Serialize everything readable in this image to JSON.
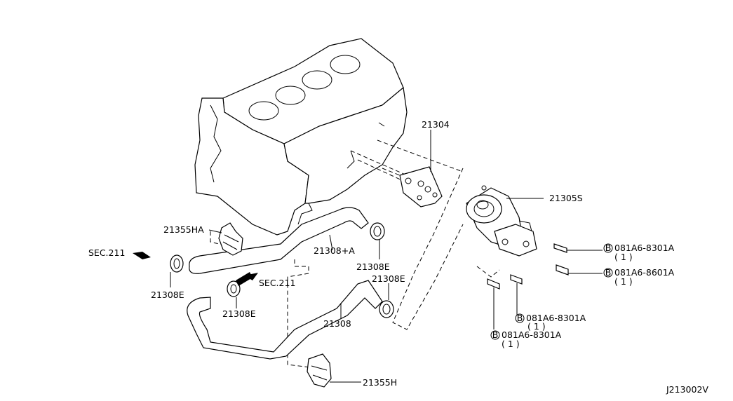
{
  "diagram_id": "J213002V",
  "parts": {
    "p21304": "21304",
    "p21305s": "21305S",
    "p21355ha": "21355HA",
    "p21308a": "21308+A",
    "p21308e_1": "21308E",
    "p21308e_2": "21308E",
    "p21308e_3": "21308E",
    "p21308e_4": "21308E",
    "p21308": "21308",
    "p21355h": "21355H",
    "sec211_left": "SEC.211",
    "sec211_mid": "SEC.211"
  },
  "bolts": {
    "bolt1": {
      "marker": "B",
      "code": "081A6-8301A",
      "qty": "( 1 )"
    },
    "bolt2": {
      "marker": "B",
      "code": "081A6-8601A",
      "qty": "( 1 )"
    },
    "bolt3": {
      "marker": "B",
      "code": "081A6-8301A",
      "qty": "( 1 )"
    },
    "bolt4": {
      "marker": "B",
      "code": "081A6-8301A",
      "qty": "( 1 )"
    }
  }
}
